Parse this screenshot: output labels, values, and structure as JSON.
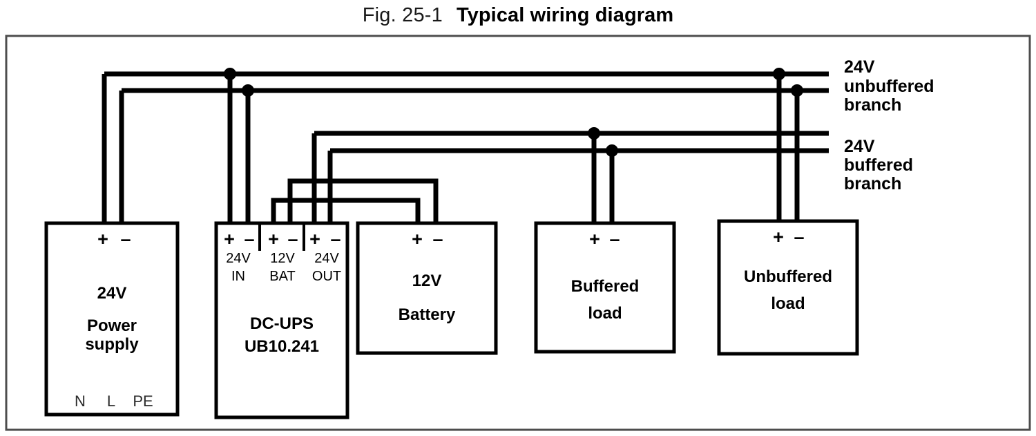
{
  "title": {
    "figure_number": "Fig. 25-1",
    "caption": "Typical wiring diagram"
  },
  "components": {
    "power_supply": {
      "name": "power-supply",
      "title_line1": "24V",
      "title_line2": "Power",
      "title_line3": "supply",
      "top_terminals": {
        "plus": "+",
        "minus": "–"
      },
      "mains_terminals": [
        "N",
        "L",
        "PE"
      ]
    },
    "dc_ups": {
      "name": "dc-ups",
      "title_line1": "DC-UPS",
      "title_line2": "UB10.241",
      "terminal_groups": [
        {
          "plus": "+",
          "minus": "–",
          "voltage": "24V",
          "role": "IN"
        },
        {
          "plus": "+",
          "minus": "–",
          "voltage": "12V",
          "role": "BAT"
        },
        {
          "plus": "+",
          "minus": "–",
          "voltage": "24V",
          "role": "OUT"
        }
      ]
    },
    "battery": {
      "name": "battery",
      "title_line1": "12V",
      "title_line2": "Battery",
      "top_terminals": {
        "plus": "+",
        "minus": "–"
      }
    },
    "buffered_load": {
      "name": "buffered-load",
      "title_line1": "Buffered",
      "title_line2": "load",
      "top_terminals": {
        "plus": "+",
        "minus": "–"
      }
    },
    "unbuffered_load": {
      "name": "unbuffered-load",
      "title_line1": "Unbuffered",
      "title_line2": "load",
      "top_terminals": {
        "plus": "+",
        "minus": "–"
      }
    }
  },
  "branch_labels": {
    "unbuffered": {
      "line1": "24V",
      "line2": "unbuffered",
      "line3": "branch"
    },
    "buffered": {
      "line1": "24V",
      "line2": "buffered",
      "line3": "branch"
    }
  },
  "colors": {
    "wire": "#000000",
    "box_stroke": "#000000",
    "background": "#ffffff",
    "frame": "#4d4d4d"
  }
}
